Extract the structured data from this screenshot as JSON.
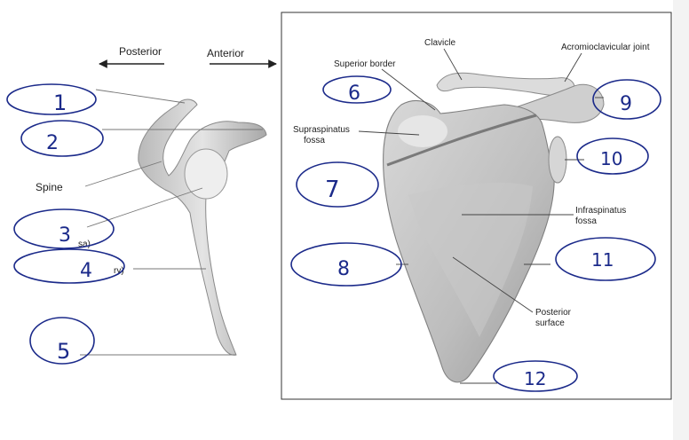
{
  "left_figure": {
    "direction_left": "Posterior",
    "direction_right": "Anterior",
    "labels": {
      "spine": "Spine",
      "partial_a": "sa)",
      "partial_b": "ry)"
    },
    "handwritten": [
      "1",
      "2",
      "3",
      "4",
      "5"
    ]
  },
  "right_figure": {
    "labels": {
      "clavicle": "Clavicle",
      "acromioclavicular_joint": "Acromioclavicular joint",
      "superior_border": "Superior border",
      "supraspinatus_line1": "Supraspinatus",
      "supraspinatus_line2": "fossa",
      "infraspinatus_line1": "Infraspinatus",
      "infraspinatus_line2": "fossa",
      "posterior_line1": "Posterior",
      "posterior_line2": "surface"
    },
    "handwritten": [
      "6",
      "7",
      "8",
      "9",
      "10",
      "11",
      "12"
    ]
  }
}
